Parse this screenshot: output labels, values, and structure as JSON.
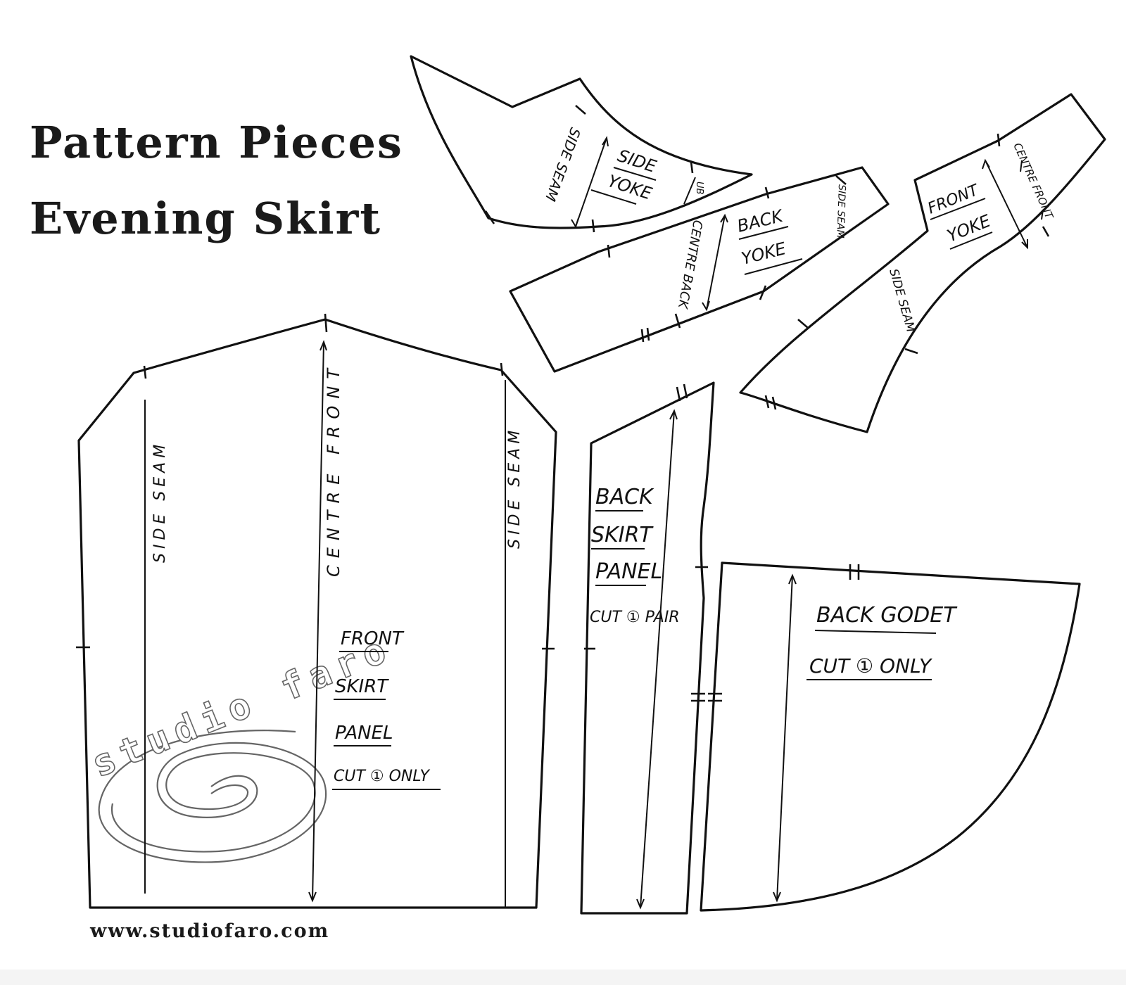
{
  "title": {
    "line1": "Pattern Pieces",
    "line2": "Evening Skirt"
  },
  "website": "www.studiofaro.com",
  "watermark": "studio faro",
  "colors": {
    "ink": "#111111",
    "background": "#ffffff"
  },
  "pieces": {
    "side_yoke": {
      "side_seam": "SIDE SEAM",
      "label1": "SIDE",
      "label2": "YOKE",
      "mark": "UB"
    },
    "back_yoke": {
      "centre": "CENTRE BACK",
      "label1": "BACK",
      "label2": "YOKE",
      "side_seam": "SIDE SEAM"
    },
    "front_yoke": {
      "label1": "FRONT",
      "label2": "YOKE",
      "centre": "CENTRE FRONT",
      "side_seam": "SIDE SEAM"
    },
    "front_panel": {
      "side_seam_left": "SIDE SEAM",
      "centre": "CENTRE FRONT",
      "side_seam_right": "SIDE SEAM",
      "label1": "FRONT",
      "label2": "SKIRT",
      "label3": "PANEL",
      "cut": "CUT ① ONLY"
    },
    "back_panel": {
      "label1": "BACK",
      "label2": "SKIRT",
      "label3": "PANEL",
      "cut": "CUT ① PAIR"
    },
    "back_godet": {
      "label1": "BACK GODET",
      "cut": "CUT ① ONLY"
    }
  }
}
